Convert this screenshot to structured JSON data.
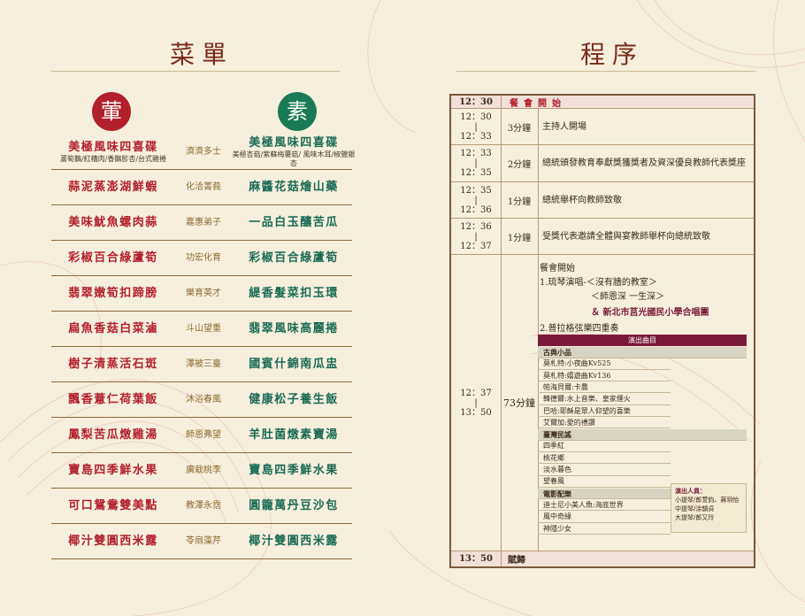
{
  "menu": {
    "title": "菜單",
    "meat_badge": "葷",
    "veg_badge": "素",
    "rows": [
      {
        "meat": "美極風味四喜碟",
        "meat_sub": "蘆筍鵝/紅糟肉/香鵝胗杏/台式雞捲",
        "idiom": "濟濟多士",
        "veg": "美極風味四喜碟",
        "veg_sub": "美極杏菇/紫蘇梅薯菇/ 風味木耳/椒鹽銀杏"
      },
      {
        "meat": "蒜泥蒸澎湖鮮蝦",
        "meat_sub": "",
        "idiom": "化洽菁莪",
        "veg": "麻醬花菇燴山藥",
        "veg_sub": ""
      },
      {
        "meat": "美味魷魚螺肉蒜",
        "meat_sub": "",
        "idiom": "嘉惠弟子",
        "veg": "一品白玉釀苦瓜",
        "veg_sub": ""
      },
      {
        "meat": "彩椒百合綠蘆筍",
        "meat_sub": "",
        "idiom": "功宏化育",
        "veg": "彩椒百合綠蘆筍",
        "veg_sub": ""
      },
      {
        "meat": "翡翠嫩筍扣蹄膀",
        "meat_sub": "",
        "idiom": "樂育英才",
        "veg": "緹香髮菜扣玉環",
        "veg_sub": ""
      },
      {
        "meat": "扁魚香菇白菜滷",
        "meat_sub": "",
        "idiom": "斗山望重",
        "veg": "翡翠風味高麗捲",
        "veg_sub": ""
      },
      {
        "meat": "樹子清蒸活石斑",
        "meat_sub": "",
        "idiom": "澤被三臺",
        "veg": "國賓什錦南瓜盅",
        "veg_sub": ""
      },
      {
        "meat": "飄香薏仁荷葉飯",
        "meat_sub": "",
        "idiom": "沐浴春風",
        "veg": "健康松子養生飯",
        "veg_sub": ""
      },
      {
        "meat": "鳳梨苦瓜燉雞湯",
        "meat_sub": "",
        "idiom": "師恩弗望",
        "veg": "羊肚菌燉素寶湯",
        "veg_sub": ""
      },
      {
        "meat": "寶島四季鮮水果",
        "meat_sub": "",
        "idiom": "廣栽桃李",
        "veg": "寶島四季鮮水果",
        "veg_sub": ""
      },
      {
        "meat": "可口鴛鴦雙美點",
        "meat_sub": "",
        "idiom": "教澤永霑",
        "veg": "圓籠萬丹豆沙包",
        "veg_sub": ""
      },
      {
        "meat": "椰汁雙圓西米露",
        "meat_sub": "",
        "idiom": "苓扇藻芹",
        "veg": "椰汁雙圓西米露",
        "veg_sub": ""
      }
    ]
  },
  "program": {
    "title": "程序",
    "start": {
      "time": "12：30",
      "label": "餐會開始"
    },
    "items": [
      {
        "t1": "12：30",
        "t2": "12：33",
        "dur": "3分鐘",
        "desc": "主持人開場"
      },
      {
        "t1": "12：33",
        "t2": "12：35",
        "dur": "2分鐘",
        "desc": "總統頒發教育奉獻獎獲獎者及資深優良教師代表獎座"
      },
      {
        "t1": "12：35",
        "t2": "12：36",
        "dur": "1分鐘",
        "desc": "總統舉杯向教師致敬"
      },
      {
        "t1": "12：36",
        "t2": "12：37",
        "dur": "1分鐘",
        "desc": "受獎代表邀請全體與宴教師舉杯向總統致敬"
      }
    ],
    "banquet": {
      "t1": "12：37",
      "t2": "13：50",
      "dur": "73分鐘",
      "line1": "餐會開始",
      "line2": "1.琉琴演唱-＜沒有牆的教室＞",
      "line3": "＜師恩深 一生深＞",
      "line4": "＆ 新北市莒光國民小學合唱團",
      "line5": "2.普拉格弦樂四重奏",
      "perf_header": "演出曲目",
      "cat1": "古典小品",
      "cat1_items": [
        "莫札特:小夜曲Kv525",
        "莫札特:嬉遊曲Kv136",
        "帕海貝爾:卡農",
        "韓德爾:水上音樂、皇家煙火",
        "巴哈:耶穌是眾人仰望的喜樂",
        "艾爾加:愛的禮讚"
      ],
      "cat2": "臺灣民謠",
      "cat2_items": [
        "四季紅",
        "桃花鄉",
        "淡水暮色",
        "望春風"
      ],
      "cat3": "電影配樂",
      "cat3_items": [
        "迪士尼小美人魚:海底世界",
        "風中奇緣",
        "神隱少女"
      ],
      "performers_title": "演出人員：",
      "performers": [
        "小提琴/郎萱鈞、蔣玥怡",
        "中提琴/涂韻貞",
        "大提琴/郎又玲"
      ]
    },
    "end": {
      "time": "13：50",
      "label": "賦歸"
    }
  },
  "colors": {
    "background": "#f6efde",
    "meat": "#b2202a",
    "veg": "#1a6a55",
    "performance_header": "#7a1a3a",
    "border": "#7a5a3a"
  }
}
